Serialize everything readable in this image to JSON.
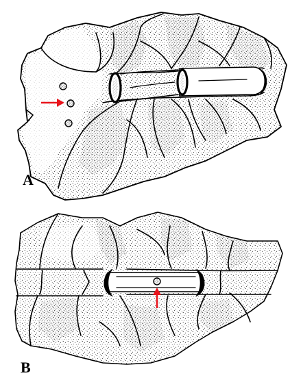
{
  "figure": {
    "panels": [
      {
        "id": "A",
        "label": "A"
      },
      {
        "id": "B",
        "label": "B"
      }
    ],
    "colors": {
      "line": "#000000",
      "stipple": "#000000",
      "arrow": "#e8141c",
      "background": "#ffffff"
    },
    "icons": {
      "arrow_a": "right-arrow-icon",
      "arrow_b": "up-arrow-icon"
    }
  }
}
